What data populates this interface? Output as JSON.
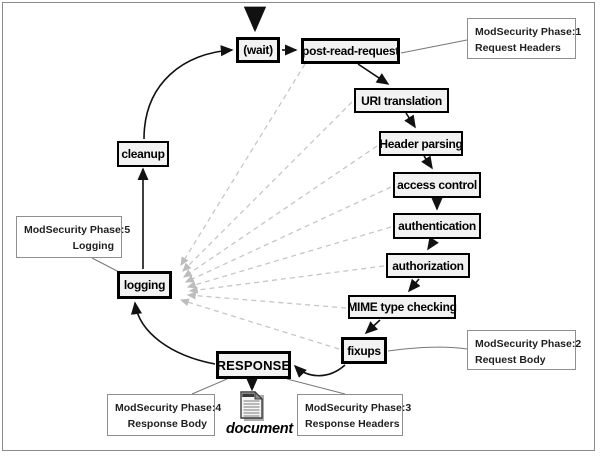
{
  "diagram": {
    "title_hint": "Apache request cycle with ModSecurity phases",
    "nodes": {
      "wait": {
        "label": "(wait)"
      },
      "post_read_request": {
        "label": "post-read-request"
      },
      "uri_translation": {
        "label": "URI translation"
      },
      "header_parsing": {
        "label": "Header parsing"
      },
      "access_control": {
        "label": "access control"
      },
      "authentication": {
        "label": "authentication"
      },
      "authorization": {
        "label": "authorization"
      },
      "mime_type_checking": {
        "label": "MIME type checking"
      },
      "fixups": {
        "label": "fixups"
      },
      "response": {
        "label": "RESPONSE"
      },
      "logging": {
        "label": "logging"
      },
      "cleanup": {
        "label": "cleanup"
      }
    },
    "annotations": {
      "phase1": {
        "line1": "ModSecurity Phase:1",
        "line2": "Request Headers"
      },
      "phase2": {
        "line1": "ModSecurity Phase:2",
        "line2": "Request Body"
      },
      "phase3": {
        "line1": "ModSecurity Phase:3",
        "line2": "Response Headers"
      },
      "phase4": {
        "line1": "ModSecurity Phase:4",
        "line2": "Response Body"
      },
      "phase5": {
        "line1": "ModSecurity Phase:5",
        "line2": "Logging"
      }
    },
    "document_label": "document",
    "colors": {
      "node_fill": "#f2f2f2",
      "node_border": "#000000",
      "annotation_border": "#8f8f8f",
      "solid_arrow": "#111111",
      "dashed_arrow": "#c6c6c6",
      "connector_line": "#777777",
      "frame_border": "#8a8a8a"
    }
  }
}
